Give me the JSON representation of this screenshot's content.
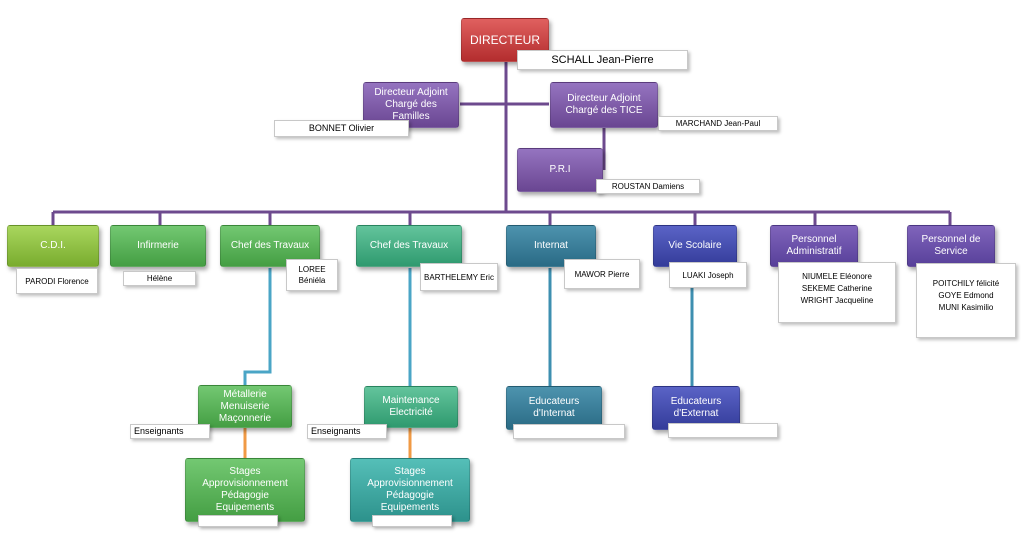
{
  "director": {
    "title": "DIRECTEUR",
    "name": "SCHALL Jean-Pierre"
  },
  "deputy_families": {
    "title": "Directeur Adjoint\nChargé des Familles",
    "name": "BONNET Olivier"
  },
  "deputy_tice": {
    "title": "Directeur Adjoint\nChargé des TICE",
    "name": "MARCHAND Jean-Paul"
  },
  "pri": {
    "title": "P.R.I",
    "name": "ROUSTAN  Damiens"
  },
  "departments": [
    {
      "title": "C.D.I.",
      "name": "PARODI Florence"
    },
    {
      "title": "Infirmerie",
      "name": "Hélène"
    },
    {
      "title": "Chef des Travaux",
      "name": "LOREE\nBéniéla"
    },
    {
      "title": "Chef des Travaux",
      "name": "BARTHELEMY  Eric"
    },
    {
      "title": "Internat",
      "name": "MAWOR Pierre"
    },
    {
      "title": "Vie Scolaire",
      "name": "LUAKI Joseph"
    },
    {
      "title": "Personnel\nAdministratif",
      "names": [
        "NIUMELE Eléonore",
        "SEKEME  Catherine",
        "WRIGHT Jacqueline"
      ]
    },
    {
      "title": "Personnel de\nService",
      "names": [
        "POITCHILY félicité",
        "GOYE Edmond",
        "MUNI Kasimilio"
      ]
    }
  ],
  "sub_units": [
    {
      "title": "Métallerie\nMenuiserie\nMaçonnerie",
      "label": "Enseignants"
    },
    {
      "title": "Maintenance\nElectricité",
      "label": "Enseignants"
    },
    {
      "title": "Educateurs\nd'Internat",
      "label": ""
    },
    {
      "title": "Educateurs\nd'Externat",
      "label": ""
    }
  ],
  "stage_units": [
    {
      "title": "Stages\nApprovisionnement\nPédagogie\nEquipements",
      "label": ""
    },
    {
      "title": "Stages\nApprovisionnement\nPédagogie\nEquipements",
      "label": ""
    }
  ],
  "colors": {
    "trunk": "#6d4a8e",
    "chef_travaux_1_connector": "#4aa5c6",
    "chef_travaux_2_connector": "#4aa5c6",
    "educateurs_connector": "#3e8fb0",
    "stages_connector": "#f09a45"
  }
}
